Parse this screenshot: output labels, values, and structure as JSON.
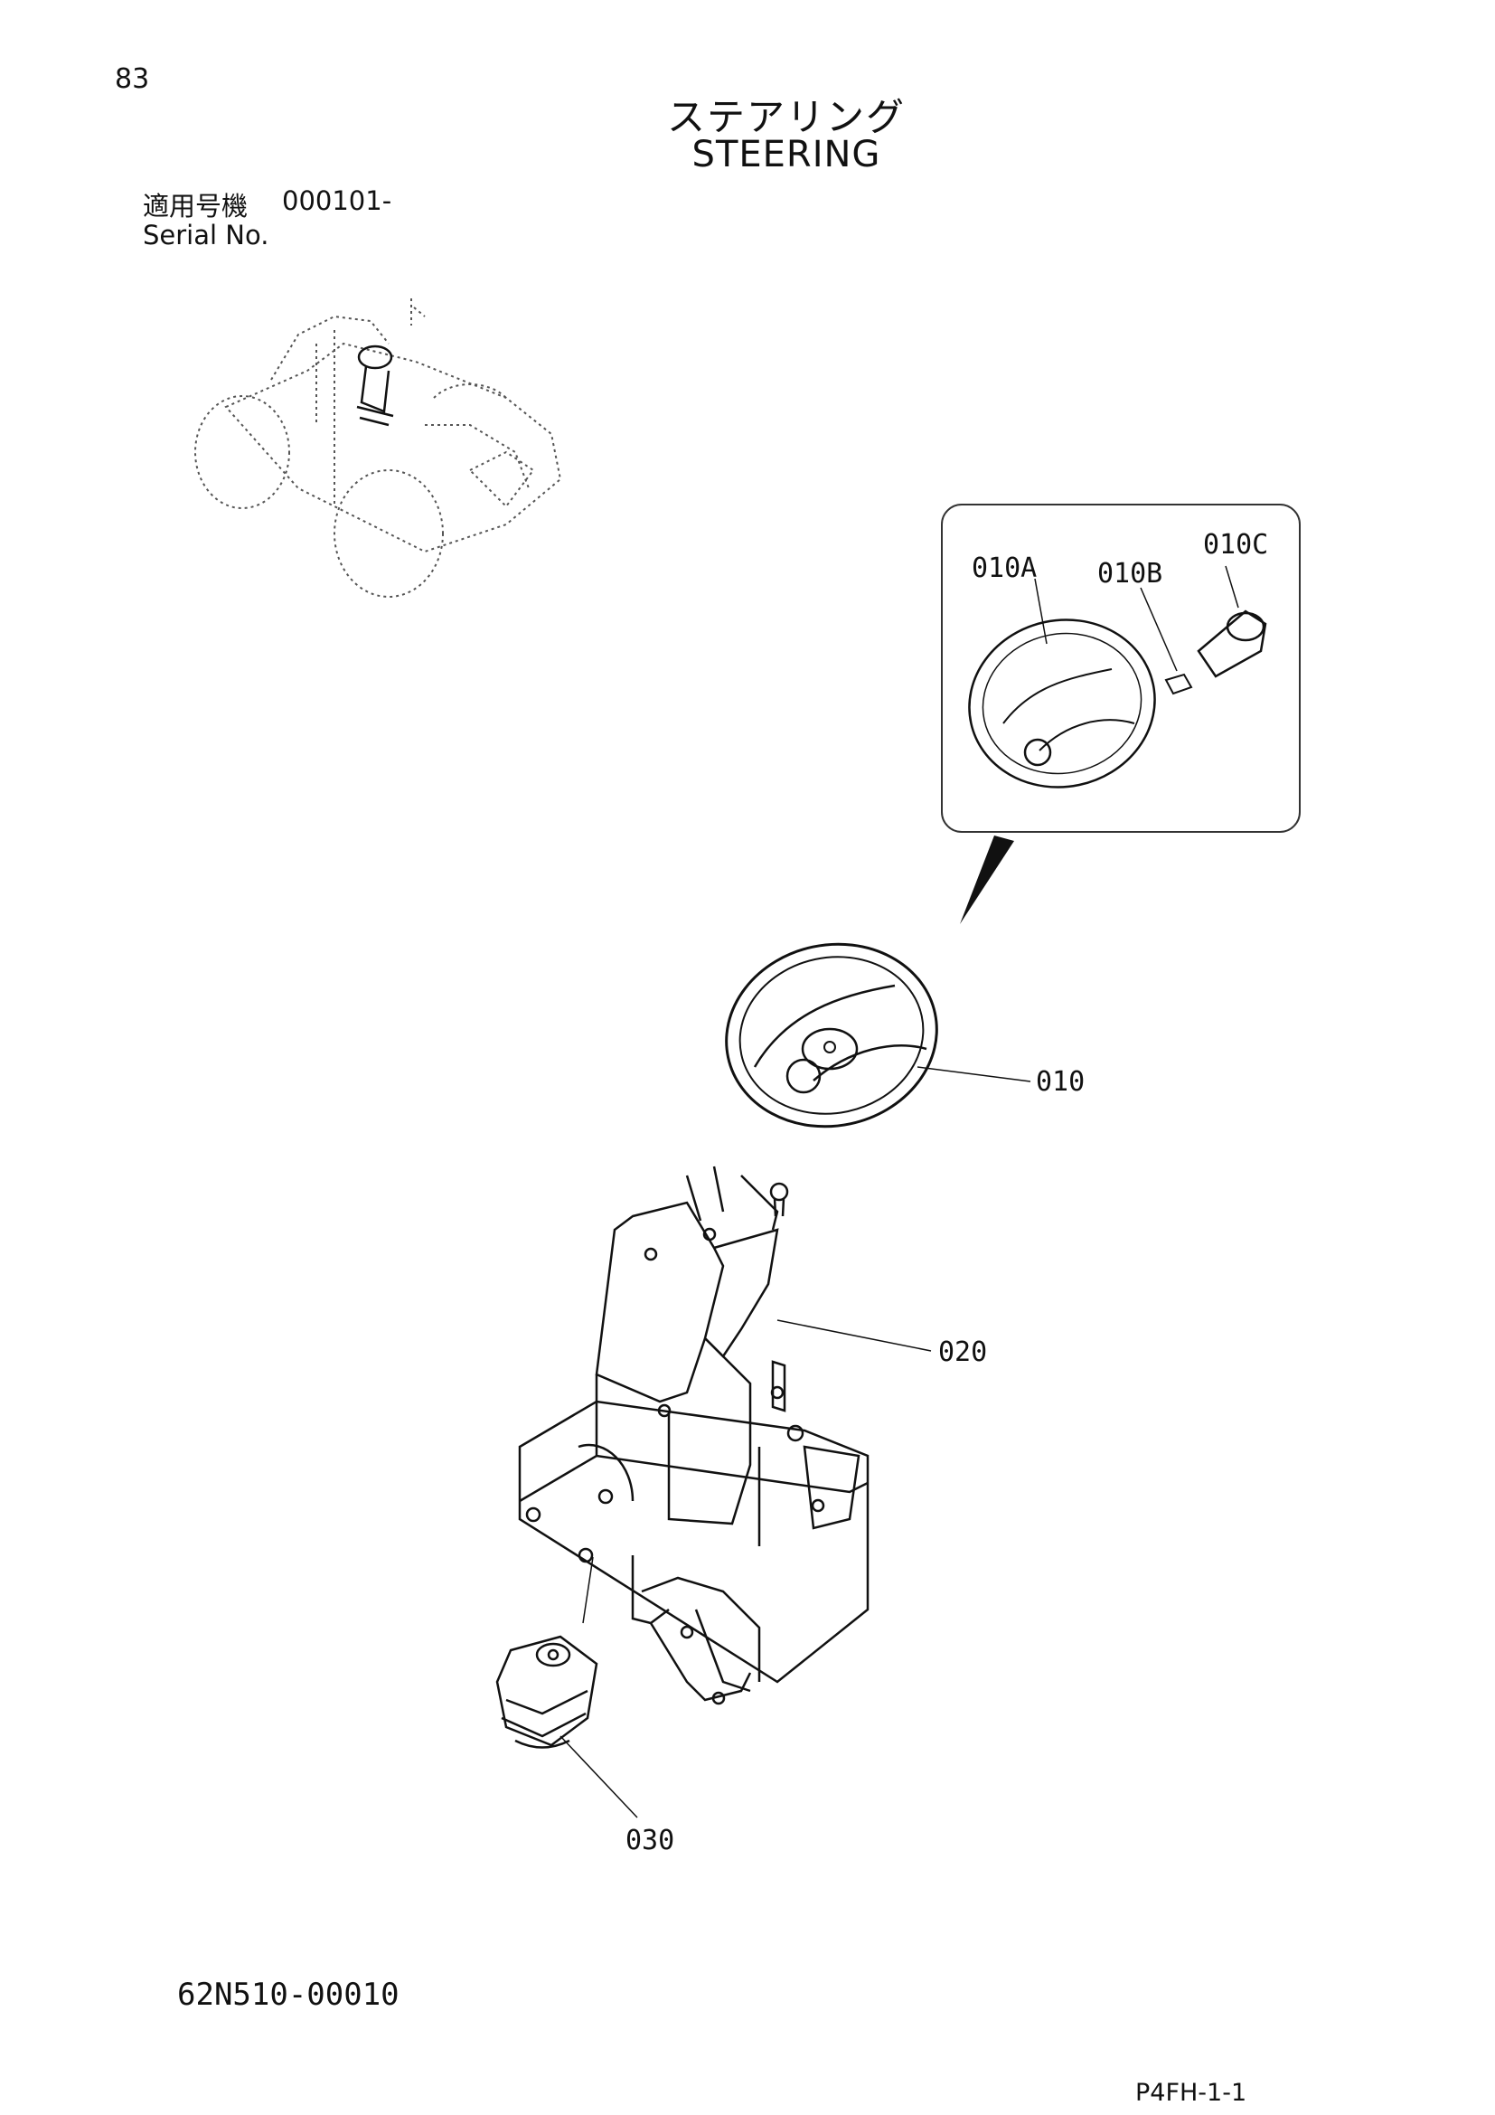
{
  "header": {
    "page_number": "83",
    "title_jp": "ステアリング",
    "title_en": "STEERING"
  },
  "serial": {
    "label_jp": "適用号機",
    "range": "000101-",
    "label_en": "Serial No."
  },
  "callouts": {
    "c010A": "010A",
    "c010B": "010B",
    "c010C": "010C",
    "c010": "010",
    "c020": "020",
    "c030": "030"
  },
  "footer": {
    "doc_code": "62N510-00010",
    "page_code": "P4FH-1-1"
  },
  "colors": {
    "line": "#111111",
    "background": "#ffffff"
  }
}
